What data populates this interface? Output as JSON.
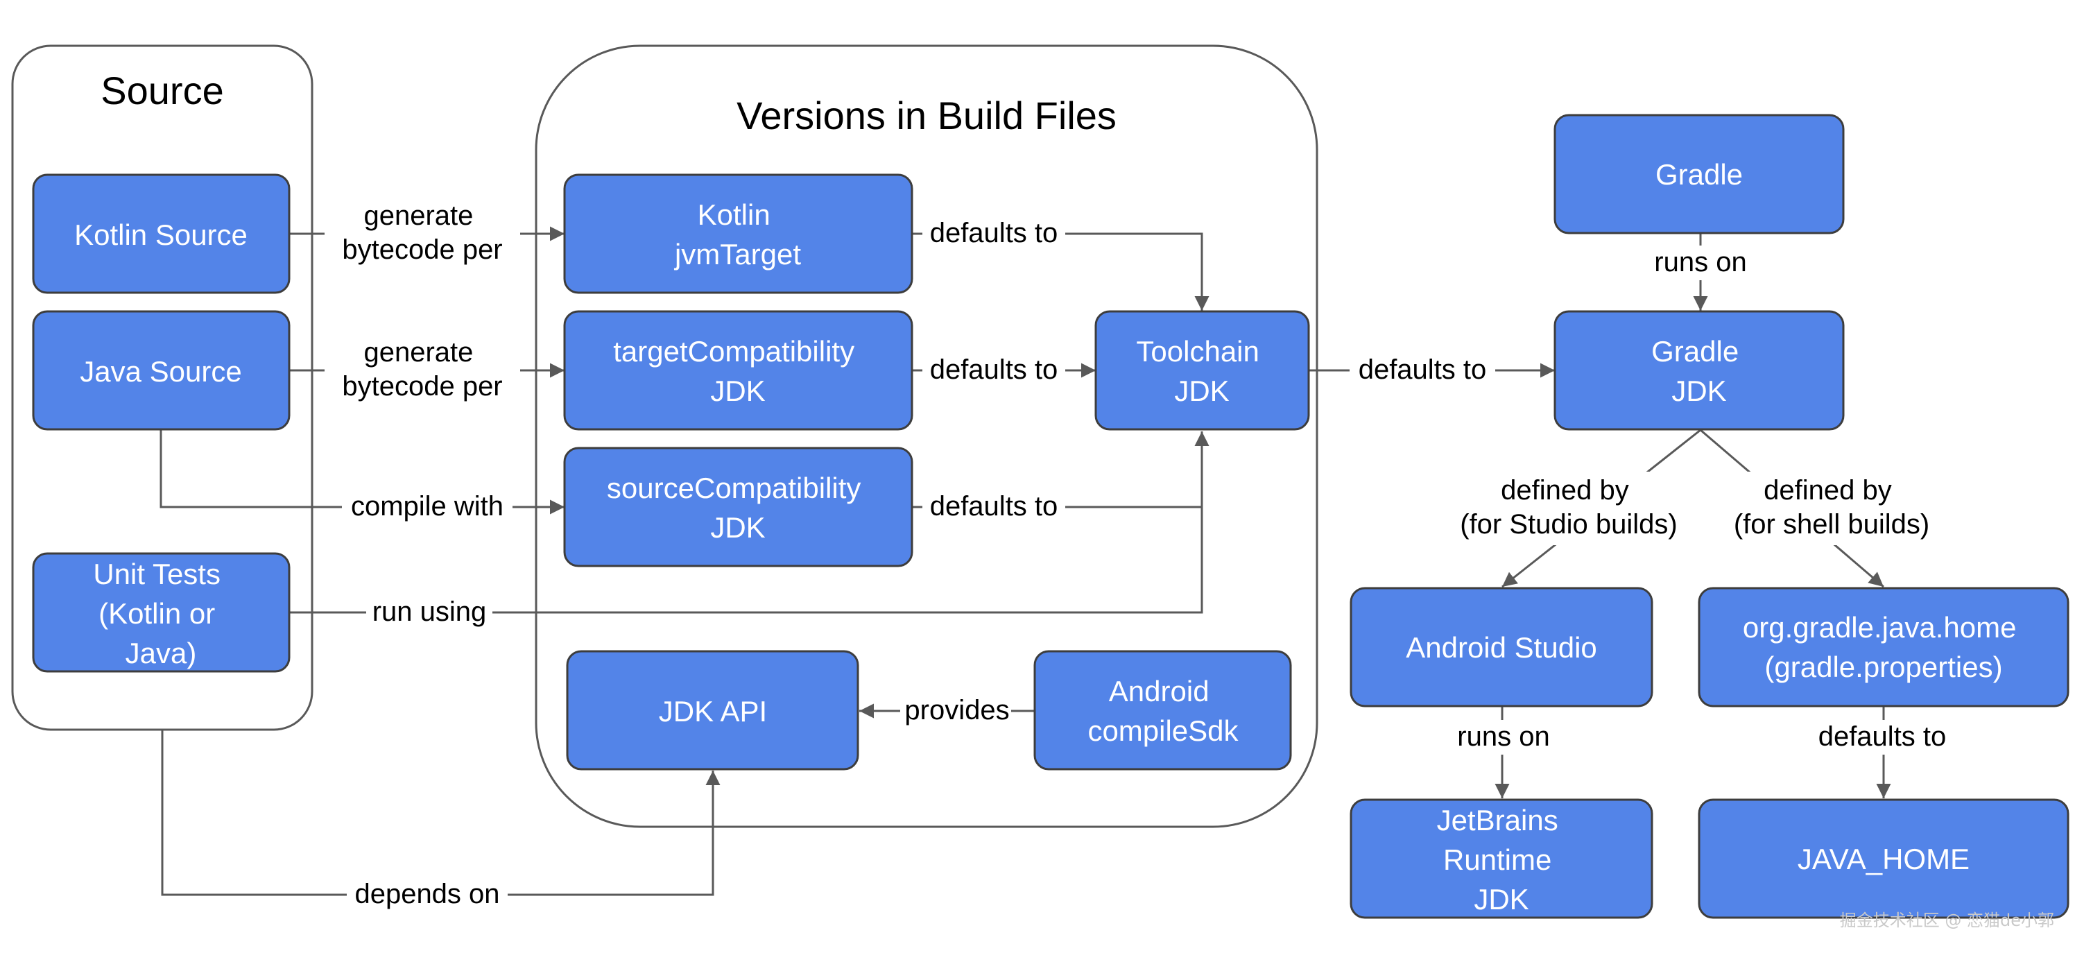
{
  "groups": {
    "source": {
      "title": "Source"
    },
    "build_files": {
      "title": "Versions in Build Files"
    }
  },
  "nodes": {
    "kotlin_source": {
      "lines": [
        "Kotlin Source"
      ]
    },
    "java_source": {
      "lines": [
        "Java Source"
      ]
    },
    "unit_tests": {
      "lines": [
        "Unit Tests",
        "(Kotlin or",
        "Java)"
      ]
    },
    "kotlin_jvmtarget": {
      "lines": [
        "Kotlin",
        "jvmTarget"
      ]
    },
    "target_compat": {
      "lines": [
        "targetCompatibility",
        "JDK"
      ]
    },
    "source_compat": {
      "lines": [
        "sourceCompatibility",
        "JDK"
      ]
    },
    "toolchain_jdk": {
      "lines": [
        "Toolchain",
        "JDK"
      ]
    },
    "jdk_api": {
      "lines": [
        "JDK API"
      ]
    },
    "compile_sdk": {
      "lines": [
        "Android",
        "compileSdk"
      ]
    },
    "gradle": {
      "lines": [
        "Gradle"
      ]
    },
    "gradle_jdk": {
      "lines": [
        "Gradle",
        "JDK"
      ]
    },
    "android_studio": {
      "lines": [
        "Android Studio"
      ]
    },
    "gradle_java_home": {
      "lines": [
        "org.gradle.java.home",
        "(gradle.properties)"
      ]
    },
    "jetbrains_runtime": {
      "lines": [
        "JetBrains",
        "Runtime",
        "JDK"
      ]
    },
    "java_home": {
      "lines": [
        "JAVA_HOME"
      ]
    }
  },
  "edges": {
    "kotlin_src_to_jvmtarget": {
      "lines": [
        "generate",
        "bytecode per"
      ]
    },
    "java_src_to_target": {
      "lines": [
        "generate",
        "bytecode per"
      ]
    },
    "java_src_to_source": {
      "lines": [
        "compile with"
      ]
    },
    "tests_to_toolchain": {
      "lines": [
        "run using"
      ]
    },
    "jvmtarget_to_toolchain": {
      "lines": [
        "defaults to"
      ]
    },
    "target_to_toolchain": {
      "lines": [
        "defaults to"
      ]
    },
    "source_to_toolchain": {
      "lines": [
        "defaults to"
      ]
    },
    "toolchain_to_gradle_jdk": {
      "lines": [
        "defaults to"
      ]
    },
    "gradle_to_gradle_jdk": {
      "lines": [
        "runs on"
      ]
    },
    "gradle_jdk_to_studio": {
      "lines": [
        "defined by",
        "(for Studio builds)"
      ]
    },
    "gradle_jdk_to_java_home_prop": {
      "lines": [
        "defined by",
        "(for shell builds)"
      ]
    },
    "studio_to_jbr": {
      "lines": [
        "runs on"
      ]
    },
    "java_home_prop_to_java_home": {
      "lines": [
        "defaults to"
      ]
    },
    "compile_sdk_to_jdk_api": {
      "lines": [
        "provides"
      ]
    },
    "source_group_to_jdk_api": {
      "lines": [
        "depends on"
      ]
    }
  },
  "watermark": "掘金技术社区 @ 恋猫de小郭"
}
